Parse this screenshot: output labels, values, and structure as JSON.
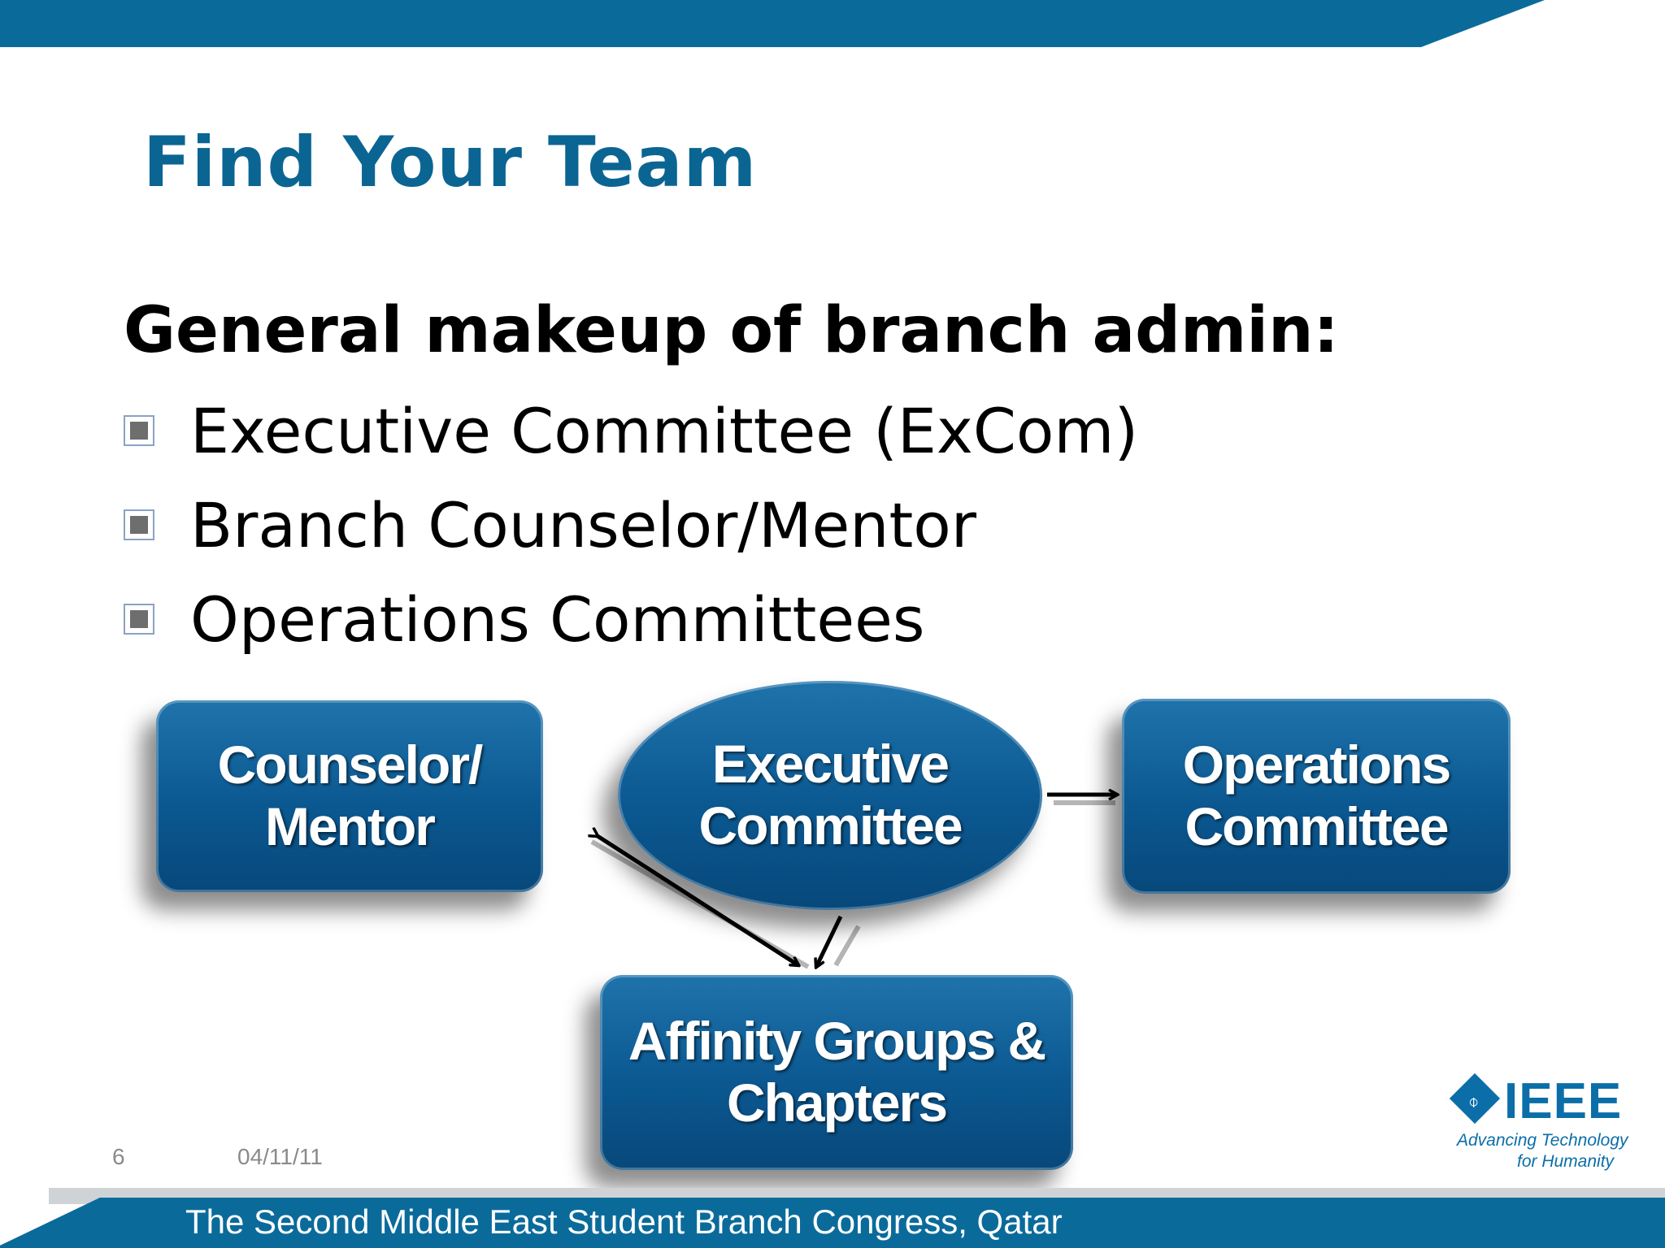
{
  "slide": {
    "title": "Find Your Team",
    "subtitle": "General makeup of branch admin:",
    "bullets": [
      "Executive Committee (ExCom)",
      "Branch Counselor/Mentor",
      "Operations Committees"
    ],
    "slide_number": "6",
    "date": "04/11/11",
    "footer": "The Second Middle East Student Branch Congress, Qatar"
  },
  "diagram": {
    "nodes": {
      "counselor": [
        "Counselor/",
        "Mentor"
      ],
      "executive": [
        "Executive",
        "Committee"
      ],
      "operations": [
        "Operations",
        "Committee"
      ],
      "affinity": [
        "Affinity Groups &",
        "Chapters"
      ]
    }
  },
  "logo": {
    "wordmark": "IEEE",
    "tagline_1": "Advancing Technology",
    "tagline_2": "for Humanity"
  },
  "colors": {
    "brand_blue": "#0a6b9b",
    "title_blue": "#0b6593",
    "node_blue": "#0b5891"
  }
}
